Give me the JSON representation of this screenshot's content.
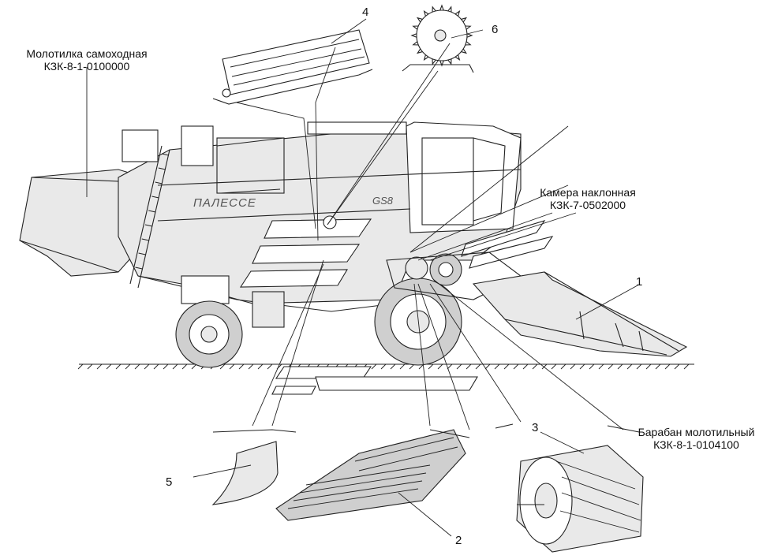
{
  "labels": {
    "thresher_name": "Молотилка самоходная",
    "thresher_code": "КЗК-8-1-0100000",
    "camera_name": "Камера наклонная",
    "camera_code": "КЗК-7-0502000",
    "drum_name": "Барабан молотильный",
    "drum_code": "КЗК-8-1-0104100",
    "brand": "ПАЛЕССЕ",
    "model": "GS8"
  },
  "callouts": [
    "1",
    "2",
    "3",
    "4",
    "5",
    "6"
  ]
}
